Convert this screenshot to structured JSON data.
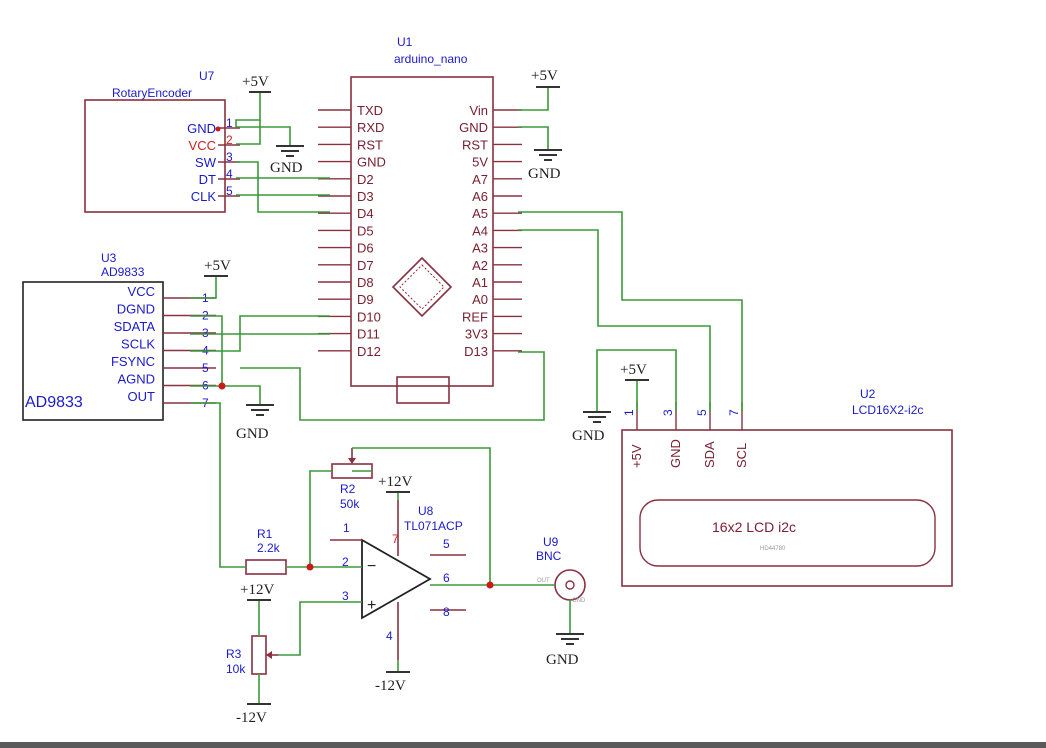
{
  "u1": {
    "ref": "U1",
    "value": "arduino_nano",
    "left_pins": [
      "TXD",
      "RXD",
      "RST",
      "GND",
      "D2",
      "D3",
      "D4",
      "D5",
      "D6",
      "D7",
      "D8",
      "D9",
      "D10",
      "D11",
      "D12"
    ],
    "right_pins": [
      "Vin",
      "GND",
      "RST",
      "5V",
      "A7",
      "A6",
      "A5",
      "A4",
      "A3",
      "A2",
      "A1",
      "A0",
      "REF",
      "3V3",
      "D13"
    ]
  },
  "u7": {
    "ref": "U7",
    "value": "RotaryEncoder",
    "pins": [
      "GND",
      "VCC",
      "SW",
      "DT",
      "CLK"
    ],
    "pin_numbers": [
      "1",
      "2",
      "3",
      "4",
      "5"
    ]
  },
  "u3": {
    "ref": "U3",
    "value": "AD9833",
    "body_label": "AD9833",
    "pins": [
      "VCC",
      "DGND",
      "SDATA",
      "SCLK",
      "FSYNC",
      "AGND",
      "OUT"
    ],
    "pin_numbers": [
      "1",
      "2",
      "3",
      "4",
      "5",
      "6",
      "7"
    ]
  },
  "u2": {
    "ref": "U2",
    "value": "LCD16X2-i2c",
    "pins": [
      "+5V",
      "GND",
      "SDA",
      "SCL"
    ],
    "pin_numbers": [
      "1",
      "3",
      "5",
      "7"
    ],
    "display_text": "16x2 LCD i2c",
    "display_sub": "HD44780"
  },
  "u8": {
    "ref": "U8",
    "value": "TL071ACP",
    "pin_numbers": [
      "1",
      "2",
      "3",
      "4",
      "5",
      "6",
      "7",
      "8"
    ]
  },
  "u9": {
    "ref": "U9",
    "value": "BNC",
    "pin_out": "OUT",
    "pin_gnd": "GND"
  },
  "r1": {
    "ref": "R1",
    "value": "2.2k"
  },
  "r2": {
    "ref": "R2",
    "value": "50k"
  },
  "r3": {
    "ref": "R3",
    "value": "10k"
  },
  "power": {
    "p5v": "+5V",
    "gnd": "GND",
    "p12v": "+12V",
    "n12v": "-12V"
  },
  "colors": {
    "wire": "#3a9a3a",
    "component": "#8a3040",
    "label": "#1a1acc"
  }
}
